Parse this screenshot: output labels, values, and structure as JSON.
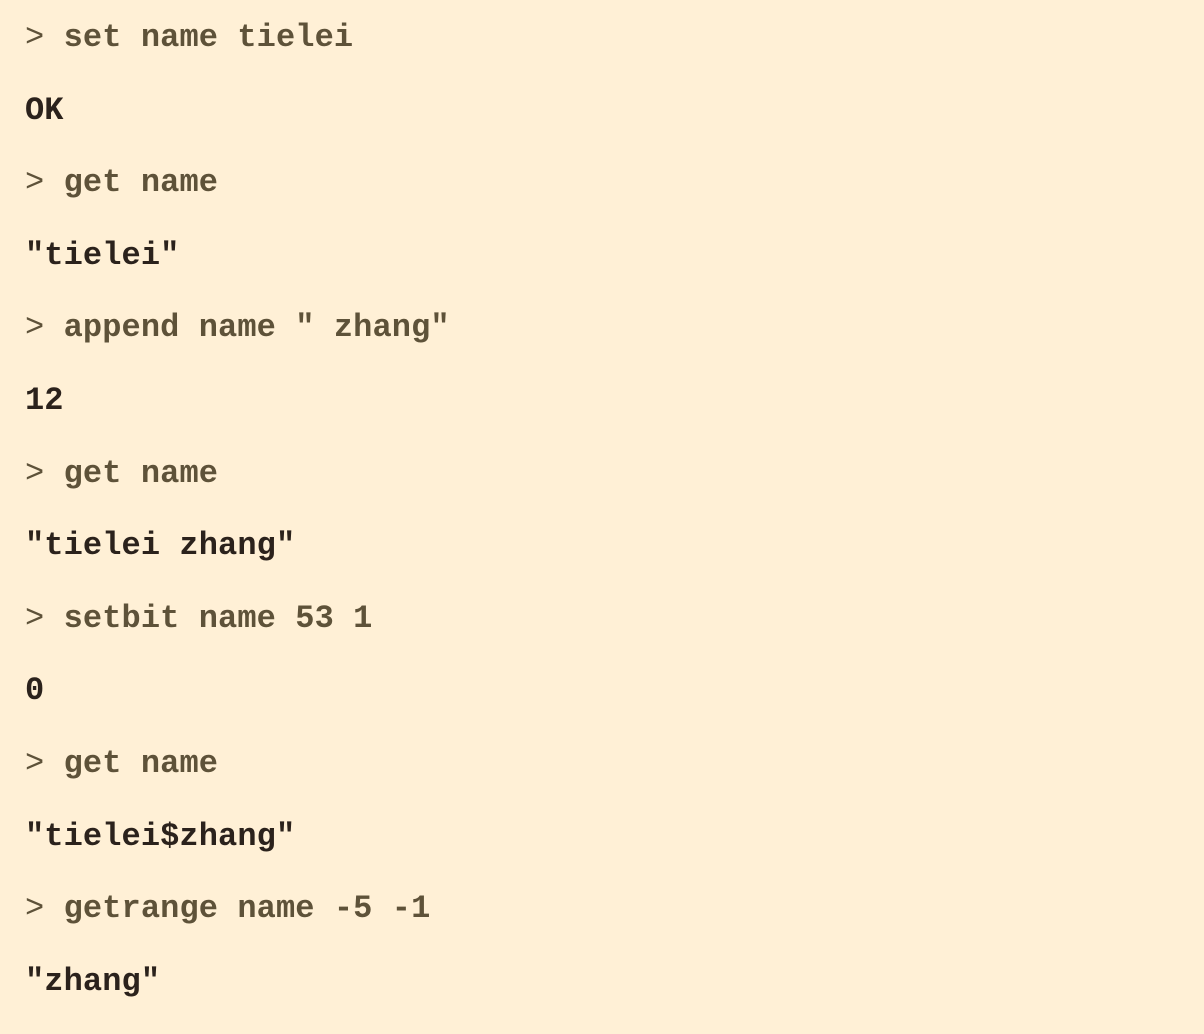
{
  "colors": {
    "background": "#FFF0D6",
    "command_text": "#5E5239",
    "output_text": "#2B221C"
  },
  "prompt_symbol": ">",
  "session": [
    {
      "type": "command",
      "text": "set name tielei"
    },
    {
      "type": "output",
      "text": "OK"
    },
    {
      "type": "command",
      "text": "get name"
    },
    {
      "type": "output",
      "text": "\"tielei\""
    },
    {
      "type": "command",
      "text": "append name \" zhang\""
    },
    {
      "type": "output",
      "text": "12"
    },
    {
      "type": "command",
      "text": "get name"
    },
    {
      "type": "output",
      "text": "\"tielei zhang\""
    },
    {
      "type": "command",
      "text": "setbit name 53 1"
    },
    {
      "type": "output",
      "text": "0"
    },
    {
      "type": "command",
      "text": "get name"
    },
    {
      "type": "output",
      "text": "\"tielei$zhang\""
    },
    {
      "type": "command",
      "text": "getrange name -5 -1"
    },
    {
      "type": "output",
      "text": "\"zhang\""
    }
  ]
}
